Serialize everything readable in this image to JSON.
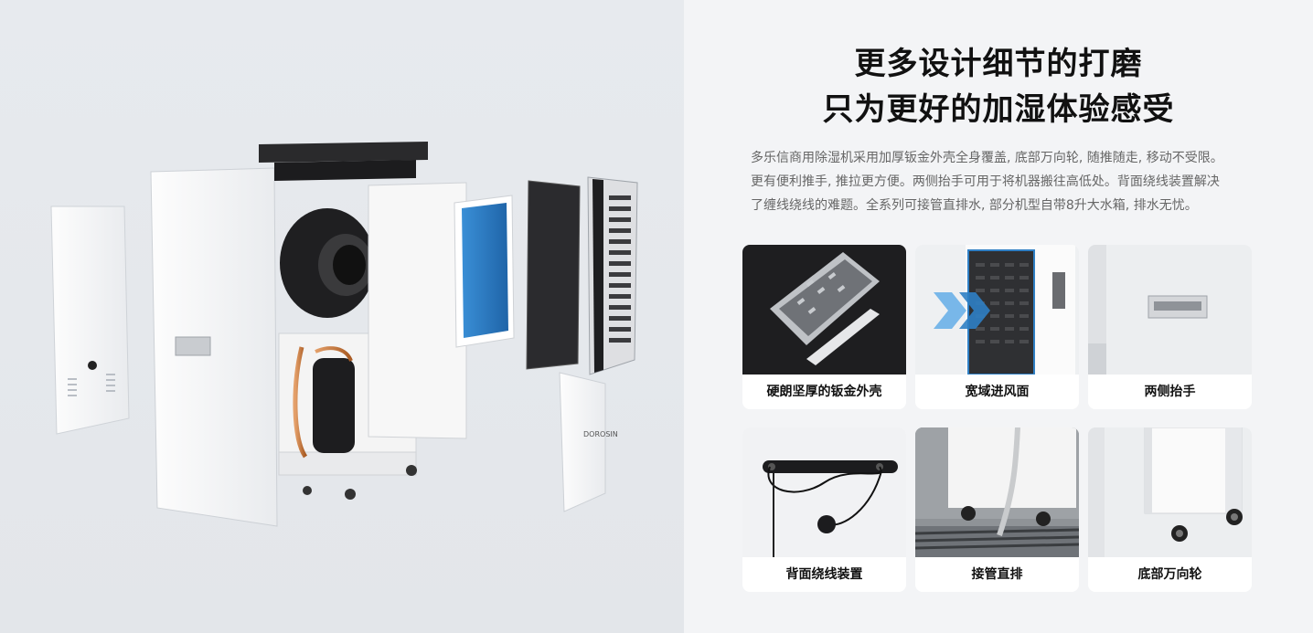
{
  "heading": {
    "line1": "更多设计细节的打磨",
    "line2": "只为更好的加湿体验感受"
  },
  "description": {
    "line1": "多乐信商用除湿机采用加厚钣金外壳全身覆盖, 底部万向轮, 随推随走, 移动不受限。",
    "line2": "更有便利推手, 推拉更方便。两侧抬手可用于将机器搬往高低处。背面绕线装置解决",
    "line3": "了缠线绕线的难题。全系列可接管直排水, 部分机型自带8升大水箱, 排水无忧。"
  },
  "features": [
    {
      "label": "硬朗坚厚的钣金外壳",
      "icon": "sheet-metal-panel"
    },
    {
      "label": "宽域进风面",
      "icon": "air-intake"
    },
    {
      "label": "两侧抬手",
      "icon": "side-handle"
    },
    {
      "label": "背面绕线装置",
      "icon": "cord-wrap"
    },
    {
      "label": "接管直排",
      "icon": "drain-hose"
    },
    {
      "label": "底部万向轮",
      "icon": "caster-wheel"
    }
  ],
  "product_logo_text": "DOROSIN",
  "colors": {
    "accent_blue": "#2f7fc4",
    "copper": "#c8773a"
  }
}
